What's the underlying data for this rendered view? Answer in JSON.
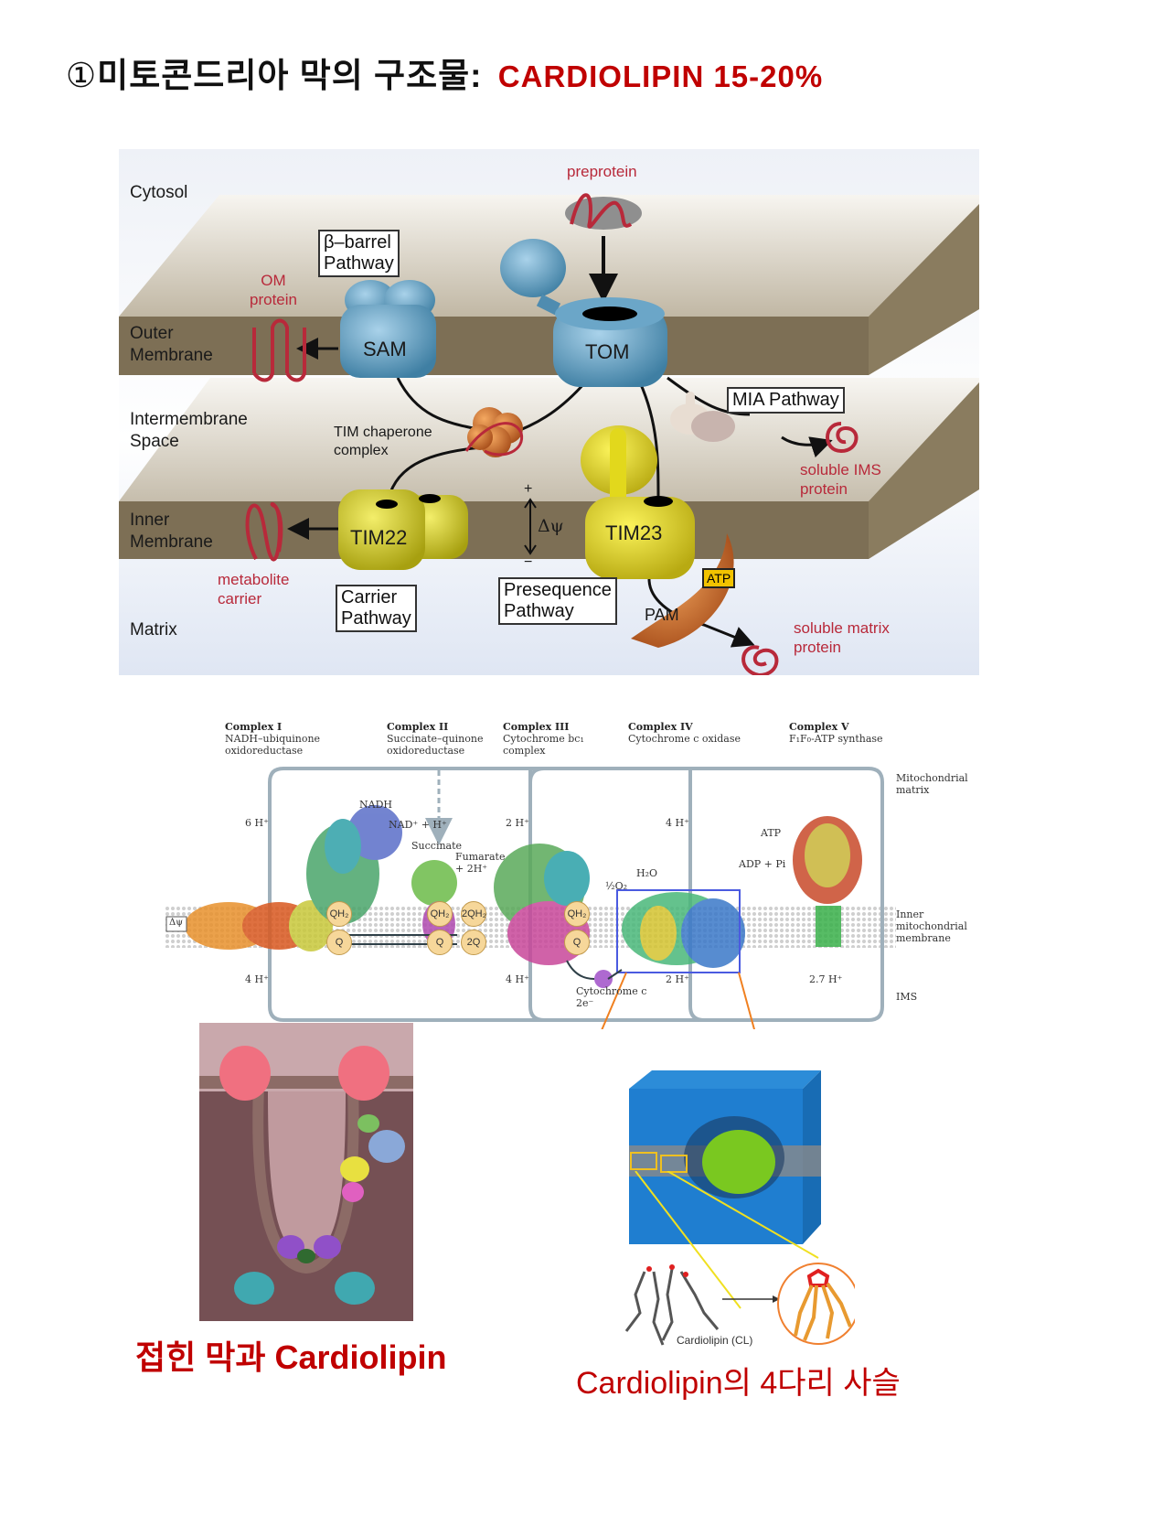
{
  "title": {
    "number_glyph": "①",
    "korean": "미토콘드리아 막의 구조물:",
    "highlight": "CARDIOLIPIN  15-20%",
    "highlight_color": "#c00000"
  },
  "import_diagram": {
    "regions": {
      "cytosol": "Cytosol",
      "outer_membrane": [
        "Outer",
        "Membrane"
      ],
      "intermembrane_space": [
        "Intermembrane",
        "Space"
      ],
      "inner_membrane": [
        "Inner",
        "Membrane"
      ],
      "matrix": "Matrix"
    },
    "complexes": {
      "sam": "SAM",
      "tom": "TOM",
      "tim22": "TIM22",
      "tim23": "TIM23",
      "pam": "PAM",
      "atp": "ATP",
      "membrane_potential": "Δψ",
      "plus": "+",
      "minus": "−"
    },
    "pathway_boxes": {
      "beta_barrel": [
        "β–barrel",
        "Pathway"
      ],
      "mia": "MIA Pathway",
      "carrier": [
        "Carrier",
        "Pathway"
      ],
      "presequence": [
        "Presequence",
        "Pathway"
      ]
    },
    "protein_labels": {
      "preprotein": "preprotein",
      "om_protein": [
        "OM",
        "protein"
      ],
      "tim_chaperone": [
        "TIM chaperone",
        "complex"
      ],
      "soluble_ims": [
        "soluble IMS",
        "protein"
      ],
      "metabolite_carrier": [
        "metabolite",
        "carrier"
      ],
      "soluble_matrix": [
        "soluble matrix",
        "protein"
      ]
    },
    "colors": {
      "membrane": "#7d6f55",
      "tom_sam": "#5b97b8",
      "tim": "#c8c21c",
      "protein_red": "#b8293a",
      "pam": "#b8512a"
    }
  },
  "etc_diagram": {
    "complexes": [
      {
        "name": "Complex I",
        "desc": [
          "NADH–ubiquinone",
          "oxidoreductase"
        ]
      },
      {
        "name": "Complex II",
        "desc": [
          "Succinate–quinone",
          "oxidoreductase"
        ]
      },
      {
        "name": "Complex III",
        "desc": [
          "Cytochrome bc₁",
          "complex"
        ]
      },
      {
        "name": "Complex IV",
        "desc": [
          "Cytochrome c oxidase"
        ]
      },
      {
        "name": "Complex V",
        "desc": [
          "F₁F₀-ATP synthase"
        ]
      }
    ],
    "proton_labels": {
      "c1_top": "6 H⁺",
      "c1_bottom": "4 H⁺",
      "c3_top": "2 H⁺",
      "c3_bottom": "4 H⁺",
      "c4_top": "4 H⁺",
      "c4_bottom": "2 H⁺",
      "c5_bottom": "2.7 H⁺"
    },
    "reaction_labels": {
      "nadh": "NADH",
      "nad": "NAD⁺ + H⁺",
      "succinate": "Succinate",
      "fumarate": [
        "Fumarate",
        "+ 2H⁺"
      ],
      "half_o2": "½O₂",
      "h2o": "H₂O",
      "atp": "ATP",
      "adp": "ADP + Pi",
      "cytochrome_c": [
        "Cytochrome c",
        "2e⁻"
      ],
      "delta_psi": "Δψ"
    },
    "quinones": {
      "qh2": "QH₂",
      "q": "Q",
      "qh2x2": "2QH₂",
      "qx2": "2Q"
    },
    "side_labels": {
      "matrix": [
        "Mitochondrial",
        "matrix"
      ],
      "membrane": [
        "Inner",
        "mitochondrial",
        "membrane"
      ],
      "ims": "IMS"
    }
  },
  "cardiolipin_detail": {
    "molecule_label": "Cardiolipin (CL)"
  },
  "captions": {
    "left": "접힌 막과  Cardiolipin",
    "right": "Cardiolipin의 4다리 사슬"
  }
}
